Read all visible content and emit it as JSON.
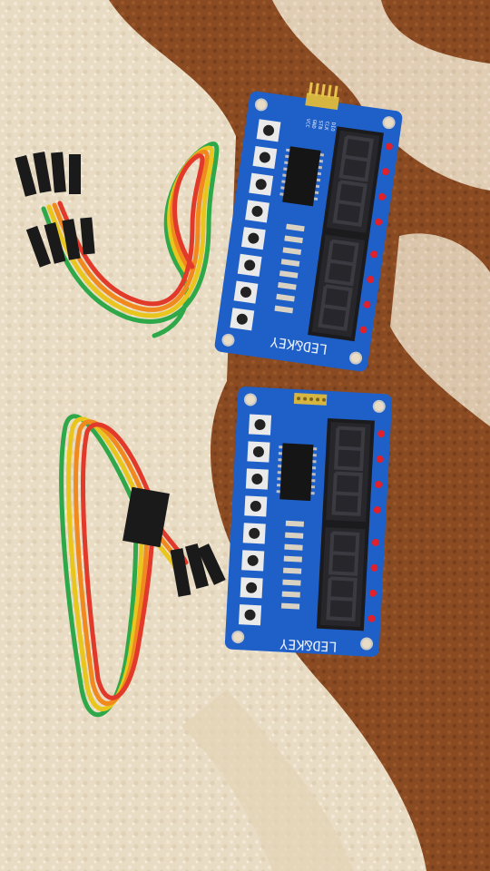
{
  "photo": {
    "colors": {
      "carpet_cream": "#e9dcc4",
      "carpet_brown": "#8a4a22",
      "pcb_blue": "#1f5fc8",
      "display_dark": "#1b1b1e",
      "segment_gray": "#3a3a40",
      "led_red": "#e0202a"
    },
    "boards": [
      {
        "label": "LED&KEY"
      },
      {
        "label": "LED&KEY"
      }
    ],
    "board_top": {
      "header_pins": [
        "VCC",
        "GND",
        "STB",
        "CLK",
        "DIO"
      ]
    },
    "wire_colors": [
      "#e23a2a",
      "#f08a1e",
      "#e8c61e",
      "#2fa84a"
    ]
  }
}
